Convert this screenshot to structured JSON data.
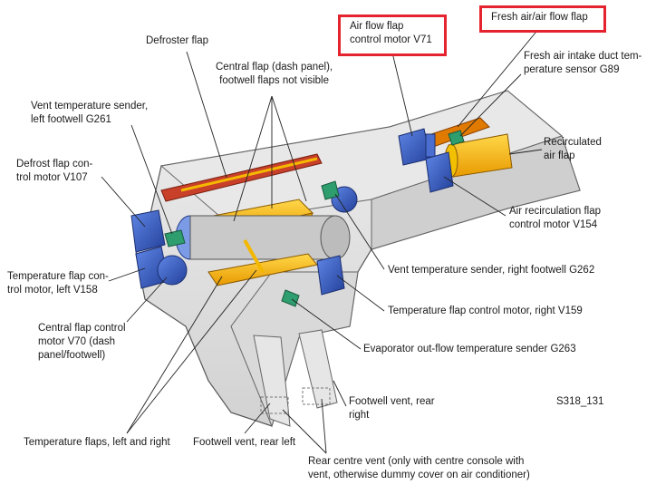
{
  "labels": {
    "defroster_flap": "Defroster flap",
    "central_flap": "Central flap (dash panel),\nfootwell flaps not visible",
    "vent_temp_left": "Vent temperature sender,\nleft footwell G261",
    "defrost_motor": "Defrost flap con-\ntrol motor V107",
    "temp_motor_left": "Temperature flap con-\ntrol motor, left V158",
    "central_motor": "Central flap control\nmotor V70 (dash\npanel/footwell)",
    "temp_flaps": "Temperature flaps, left and right",
    "footwell_rear_left": "Footwell vent, rear left",
    "rear_centre": "Rear centre vent (only with centre console with\nvent, otherwise dummy cover on air conditioner)",
    "airflow_motor": "Air flow flap\ncontrol motor V71",
    "fresh_air_flap": "Fresh air/air flow flap",
    "fresh_intake_sensor": "Fresh air intake duct tem-\nperature sensor G89",
    "recirc_flap": "Recirculated\nair flap",
    "recirc_motor": "Air recirculation flap\ncontrol motor V154",
    "vent_temp_right": "Vent temperature sender, right footwell G262",
    "temp_motor_right": "Temperature flap control motor, right V159",
    "evaporator": "Evaporator out-flow temperature sender G263",
    "footwell_rear_right": "Footwell vent, rear\nright",
    "figure_code": "S318_131"
  },
  "colors": {
    "highlight_border": "#e5232f",
    "housing": "#dcdcdc",
    "motor_blue": "#3b5fc0",
    "flap_yellow": "#f5b800",
    "sensor_green": "#2e9e6e",
    "defroster_red": "#c8402a"
  }
}
